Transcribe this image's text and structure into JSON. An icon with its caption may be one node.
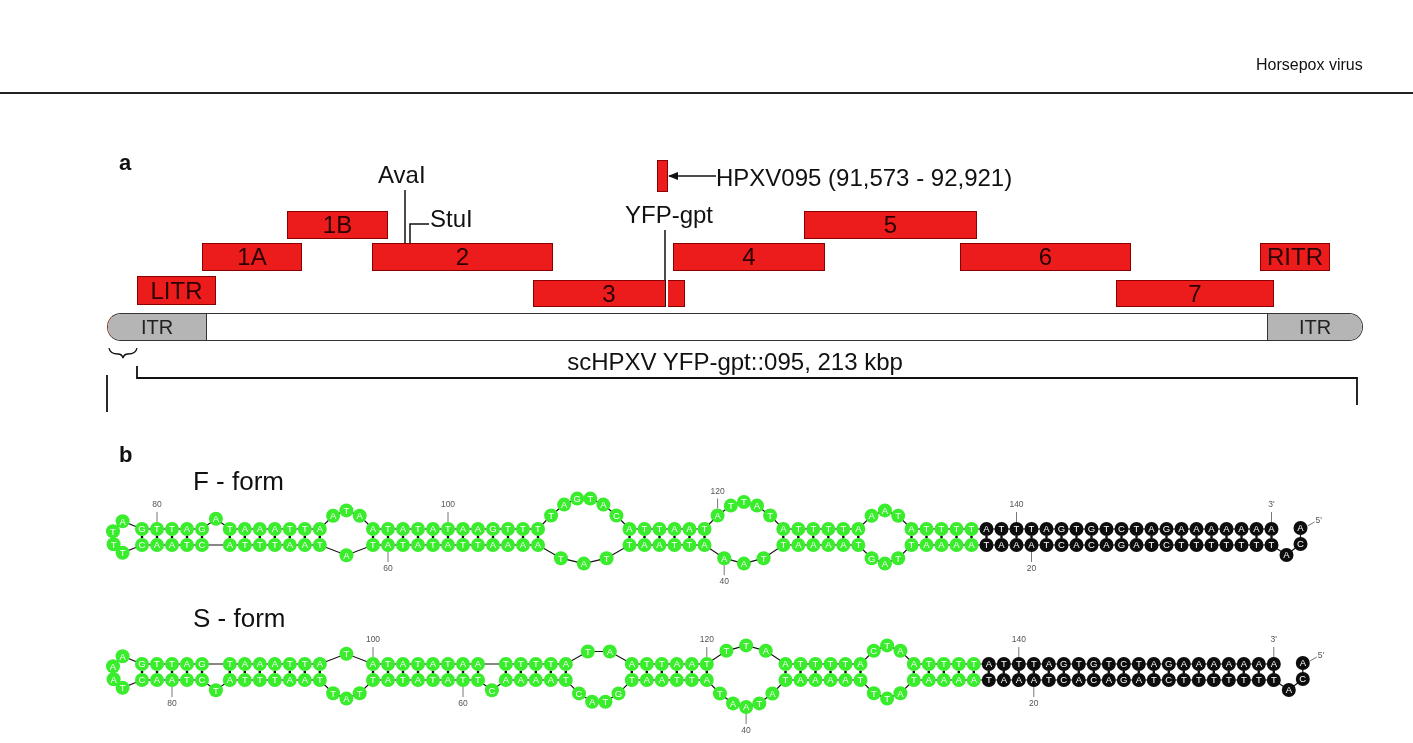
{
  "diagram": {
    "nodes": [
      {
        "text": [
          "AvaI"
        ]
      },
      {
        "text": [],
        "shape": "box"
      },
      {
        "text": [
          "HPXV095 (91,573 - 92,921)"
        ]
      },
      {
        "text": [
          "StuI"
        ]
      },
      {
        "text": [
          "YFP-gpt"
        ]
      },
      {
        "text": [
          "1B"
        ]
      },
      {
        "text": [
          "5"
        ]
      },
      {
        "text": [
          "1A"
        ]
      },
      {
        "text": [
          "2"
        ]
      },
      {
        "text": [
          "4"
        ]
      },
      {
        "text": [
          "6"
        ]
      },
      {
        "text": [
          "RITR"
        ]
      },
      {
        "text": [
          "LITR"
        ]
      },
      {
        "text": [
          "3"
        ]
      },
      {
        "text": [
          "7"
        ]
      },
      {
        "text": [],
        "shape": "bar",
        "beside": [
          "scHPXV YFP-gpt::095, 213 kbp"
        ]
      },
      {
        "text": [
          "ITR"
        ],
        "in": 15
      },
      {
        "text": [
          "ITR"
        ],
        "in": 15
      }
    ],
    "edges": [
      {
        "from": 2,
        "to": 1,
        "arrow": "to"
      },
      {
        "from": 4,
        "to": 13,
        "arrow": "none"
      },
      {
        "from": 0,
        "to": 8,
        "arrow": "none"
      },
      {
        "from": 3,
        "to": 8,
        "arrow": "none"
      }
    ],
    "labels": [
      "Horsepox virus",
      "a",
      "b",
      "F - form",
      "A",
      "T",
      "T",
      "T",
      "G",
      "T",
      "T",
      "A",
      "G",
      "A",
      "T",
      "A",
      "A",
      "A",
      "T",
      "T",
      "A",
      "A",
      "T",
      "A",
      "A",
      "T",
      "A",
      "T",
      "A",
      "T",
      "A",
      "A",
      "G",
      "T",
      "T",
      "T",
      "T",
      "A",
      "G",
      "T",
      "A",
      "C",
      "A",
      "T",
      "T",
      "A",
      "A",
      "T",
      "A",
      "T",
      "T",
      "A",
      "T",
      "A",
      "T",
      "T",
      "T",
      "T",
      "A",
      "A",
      "A",
      "T",
      "A",
      "T",
      "T",
      "T",
      "T",
      "A",
      "T",
      "T",
      "T",
      "A",
      "G",
      "T",
      "G",
      "T",
      "C",
      "T",
      "A",
      "G",
      "A",
      "A",
      "A",
      "A",
      "A",
      "A",
      "A",
      "C",
      "A",
      "A",
      "T",
      "C",
      "A",
      "T",
      "T",
      "T",
      "A",
      "A",
      "T",
      "A",
      "T",
      "A",
      "T",
      "A",
      "T",
      "A",
      "T",
      "T",
      "A",
      "A",
      "A",
      "A",
      "T",
      "A",
      "T",
      "T",
      "A",
      "A",
      "T",
      "T",
      "A",
      "A",
      "A",
      "T",
      "T",
      "A",
      "A",
      "A",
      "A",
      "T",
      "G",
      "A",
      "T",
      "T",
      "A",
      "A",
      "A",
      "A",
      "T",
      "A",
      "A",
      "A",
      "T",
      "C",
      "A",
      "C",
      "A",
      "G",
      "A",
      "T",
      "C",
      "T",
      "T",
      "T",
      "T",
      "T",
      "T",
      "T",
      "A",
      "C",
      "A",
      "80",
      "100",
      "60",
      "120",
      "40",
      "140",
      "20",
      "3'",
      "5'",
      "S - form",
      "A",
      "A",
      "A",
      "T",
      "G",
      "T",
      "T",
      "A",
      "G",
      "T",
      "A",
      "A",
      "A",
      "T",
      "T",
      "A",
      "T",
      "A",
      "T",
      "A",
      "T",
      "A",
      "T",
      "A",
      "A",
      "T",
      "T",
      "T",
      "T",
      "A",
      "T",
      "A",
      "A",
      "T",
      "T",
      "A",
      "A",
      "T",
      "T",
      "T",
      "A",
      "A",
      "T",
      "T",
      "T",
      "T",
      "A",
      "C",
      "T",
      "A",
      "A",
      "T",
      "T",
      "T",
      "T",
      "A",
      "T",
      "T",
      "T",
      "A",
      "G",
      "T",
      "G",
      "T",
      "C",
      "T",
      "A",
      "G",
      "A",
      "A",
      "A",
      "A",
      "A",
      "A",
      "A",
      "C",
      "A",
      "A",
      "T",
      "C",
      "T",
      "A",
      "T",
      "T",
      "T",
      "A",
      "A",
      "T",
      "T",
      "A",
      "T",
      "T",
      "A",
      "T",
      "A",
      "T",
      "A",
      "T",
      "T",
      "C",
      "A",
      "A",
      "A",
      "A",
      "T",
      "C",
      "A",
      "T",
      "G",
      "T",
      "A",
      "A",
      "T",
      "T",
      "A",
      "T",
      "A",
      "A",
      "T",
      "A",
      "T",
      "A",
      "A",
      "A",
      "A",
      "T",
      "T",
      "T",
      "A",
      "T",
      "A",
      "A",
      "A",
      "A",
      "T",
      "A",
      "A",
      "A",
      "T",
      "C",
      "A",
      "C",
      "A",
      "G",
      "A",
      "T",
      "C",
      "T",
      "T",
      "T",
      "T",
      "T",
      "T",
      "T",
      "A",
      "C",
      "A",
      "100",
      "80",
      "60",
      "120",
      "40",
      "140",
      "20",
      "3'",
      "5'"
    ]
  }
}
